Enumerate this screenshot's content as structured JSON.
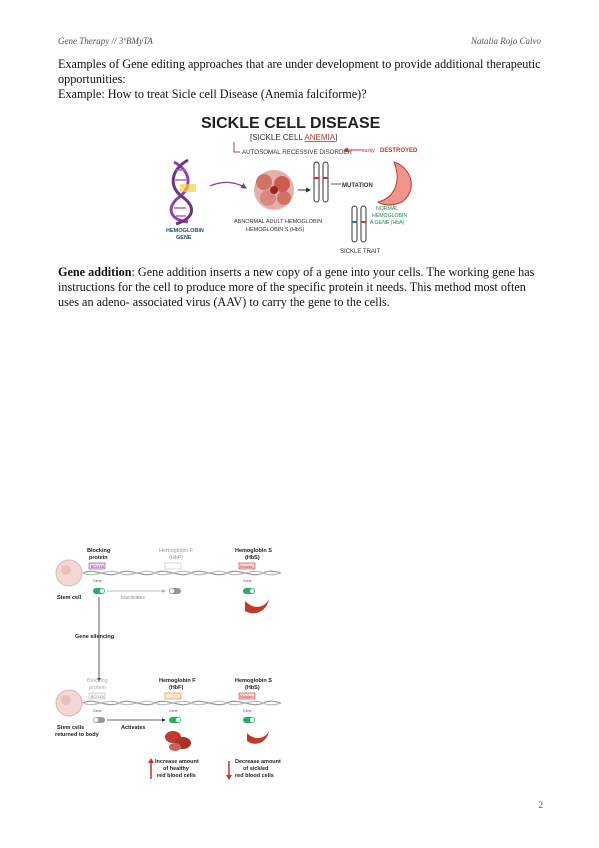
{
  "header": {
    "left": "Gene Therapy // 3ºBMyTA",
    "right": "Natalia Rojo Calvo"
  },
  "intro": {
    "line1": "Examples of Gene editing approaches that are under development to provide additional therapeutic opportunities:",
    "line2": "Example: How to treat Sicle cell Disease (Anemia falciforme)?"
  },
  "figure1": {
    "title": "SICKLE CELL DISEASE",
    "subtitle_pre": "[SICKLE CELL ",
    "subtitle_em": "ANEMIA",
    "subtitle_post": "]",
    "disorder": "AUTOSOMAL RECESSIVE DISORDER",
    "destroyed_pre": "easily",
    "destroyed": "DESTROYED",
    "mutation": "MUTATION",
    "hb_gene_1": "HEMOGLOBIN",
    "hb_gene_2": "GENE",
    "abnormal_1": "ABNORMAL ADULT HEMOGLOBIN",
    "abnormal_2": "HEMOGLOBIN S (HbS)",
    "normal_1": "NORMAL",
    "normal_2": "HEMOGLOBIN",
    "normal_3": "A GENE (HbA)",
    "trait": "SICKLE TRAIT"
  },
  "gene_addition": {
    "term": "Gene addition",
    "text": ": Gene addition inserts a new copy of a gene into your cells. The working gene has instructions for the cell to produce more of the specific protein it needs. This method most often uses an adeno- associated virus (AAV) to carry the gene to the cells."
  },
  "figure2": {
    "blocking_1": "Blocking",
    "blocking_2": "protein",
    "bcl": "BCL11A",
    "hbf_1": "Hemoglobin F",
    "hbf_2": "(HbF)",
    "hbs_1": "Hemoglobin S",
    "hbs_2": "(HbS)",
    "mutation": "Mutation",
    "gene": "Gene",
    "stem_cell": "Stem cell",
    "inactivates": "Inactivates",
    "gene_silencing": "Gene silencing",
    "stem_returned_1": "Stem cells",
    "stem_returned_2": "returned to body",
    "activates": "Activates",
    "increase_1": "Increase amount",
    "increase_2": "of healthy",
    "increase_3": "red blood cells",
    "decrease_1": "Decrease amount",
    "decrease_2": "of sickled",
    "decrease_3": "red blood cells"
  },
  "page_number": "2"
}
